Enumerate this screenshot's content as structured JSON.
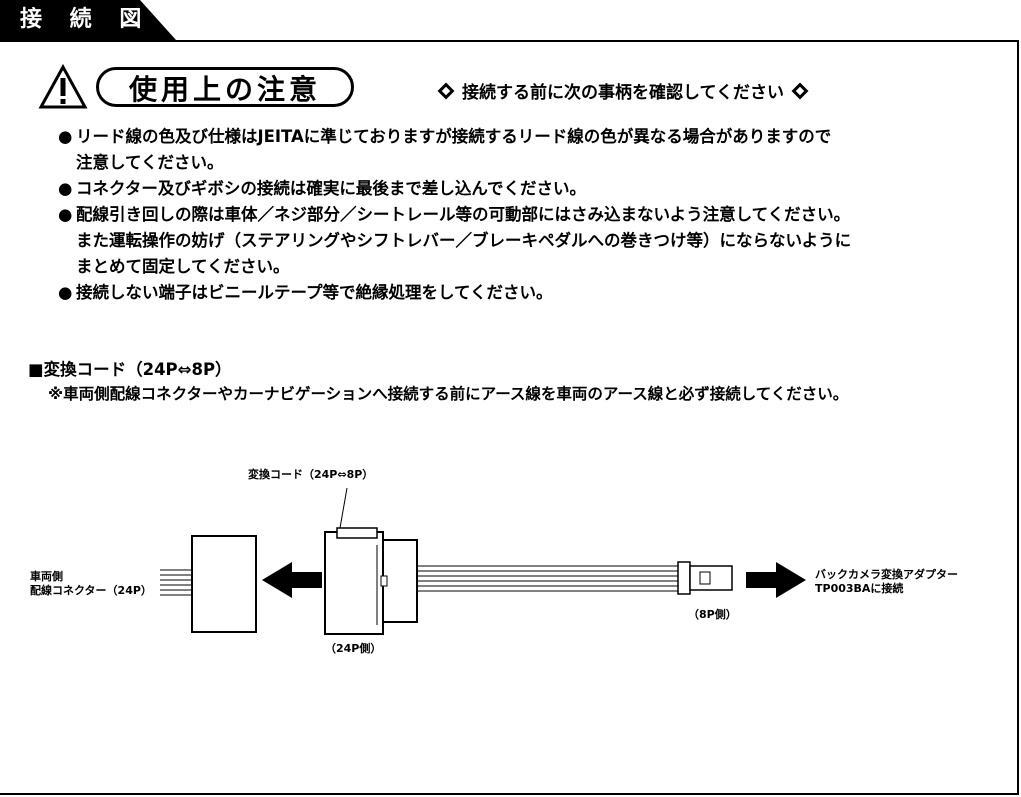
{
  "header": {
    "tab_title": "接 続 図"
  },
  "caution": {
    "title": "使用上の注意",
    "confirm_text": "接続する前に次の事柄を確認してください"
  },
  "notes": [
    {
      "bullet": "●",
      "lines": [
        "リード線の色及び仕様はJEITAに準じておりますが接続するリード線の色が異なる場合がありますので",
        "注意してください。"
      ]
    },
    {
      "bullet": "●",
      "lines": [
        "コネクター及びギボシの接続は確実に最後まで差し込んでください。"
      ]
    },
    {
      "bullet": "●",
      "lines": [
        "配線引き回しの際は車体／ネジ部分／シートレール等の可動部にはさみ込まないよう注意してください。",
        "また運転操作の妨げ（ステアリングやシフトレバー／ブレーキペダルへの巻きつけ等）にならないように",
        "まとめて固定してください。"
      ]
    },
    {
      "bullet": "●",
      "lines": [
        "接続しない端子はビニールテープ等で絶縁処理をしてください。"
      ]
    }
  ],
  "section": {
    "title": "■変換コード（24P⇔8P）",
    "note": "※車両側配線コネクターやカーナビゲーションへ接続する前にアース線を車両のアース線と必ず接続してください。"
  },
  "diagram": {
    "cord_label": "変換コード（24P⇔8P）",
    "vehicle_label_1": "車両側",
    "vehicle_label_2": "配線コネクター（24P）",
    "side_24p": "（24P側）",
    "side_8p": "（8P側）",
    "adapter_label_1": "バックカメラ変換アダプター",
    "adapter_label_2": "TP003BAに接続"
  }
}
